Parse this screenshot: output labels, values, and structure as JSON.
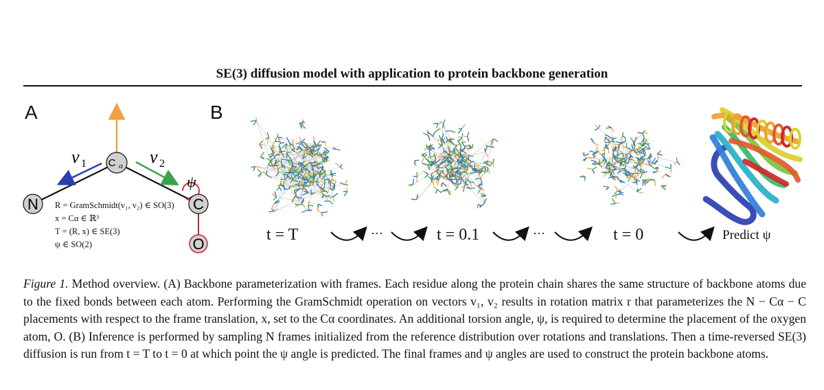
{
  "header": {
    "title": "SE(3) diffusion model with application to protein backbone generation"
  },
  "panels": {
    "a_label": "A",
    "b_label": "B"
  },
  "panel_a": {
    "atoms": {
      "n": "N",
      "ca_main": "C",
      "ca_sub": "α",
      "c": "C",
      "o": "O"
    },
    "vectors": {
      "v1": "v",
      "v1_sub": "1",
      "v2": "v",
      "v2_sub": "2",
      "psi": "ψ"
    },
    "equations": [
      "R = GramSchmidt(v₁, v₂) ∈ SO(3)",
      "x = Cα ∈ ℝ³",
      "T = (R, x) ∈ SE(3)",
      "ψ ∈ SO(2)"
    ],
    "colors": {
      "v1": "#2b3fb0",
      "v2": "#3aa24a",
      "up": "#f0a040",
      "psi": "#d42020",
      "co_bond": "#c02828",
      "atom_fill": "#d0d0d0"
    }
  },
  "panel_b": {
    "time_labels": [
      "t = T",
      "t = 0.1",
      "t = 0"
    ],
    "ellipsis": "···",
    "predict_label": "Predict ψ",
    "frame_colors": [
      "#f0a040",
      "#3aa24a",
      "#2b6fd0"
    ],
    "ribbon_colors": [
      "#2a3fb0",
      "#2f7fd8",
      "#29b0c8",
      "#3ab86a",
      "#7fc43a",
      "#d8d030",
      "#f0a030",
      "#e05a2a",
      "#d02828"
    ]
  },
  "caption": {
    "label": "Figure 1.",
    "text": "Method overview. (A) Backbone parameterization with frames. Each residue along the protein chain shares the same structure of backbone atoms due to the fixed bonds between each atom. Performing the GramSchmidt operation on vectors v₁, v₂ results in rotation matrix r that parameterizes the N − Cα − C placements with respect to the frame translation, x, set to the Cα coordinates. An additional torsion angle, ψ, is required to determine the placement of the oxygen atom, O. (B) Inference is performed by sampling N frames initialized from the reference distribution over rotations and translations. Then a time-reversed SE(3) diffusion is run from t = T to t = 0 at which point the ψ angle is predicted. The final frames and ψ angles are used to construct the protein backbone atoms."
  }
}
